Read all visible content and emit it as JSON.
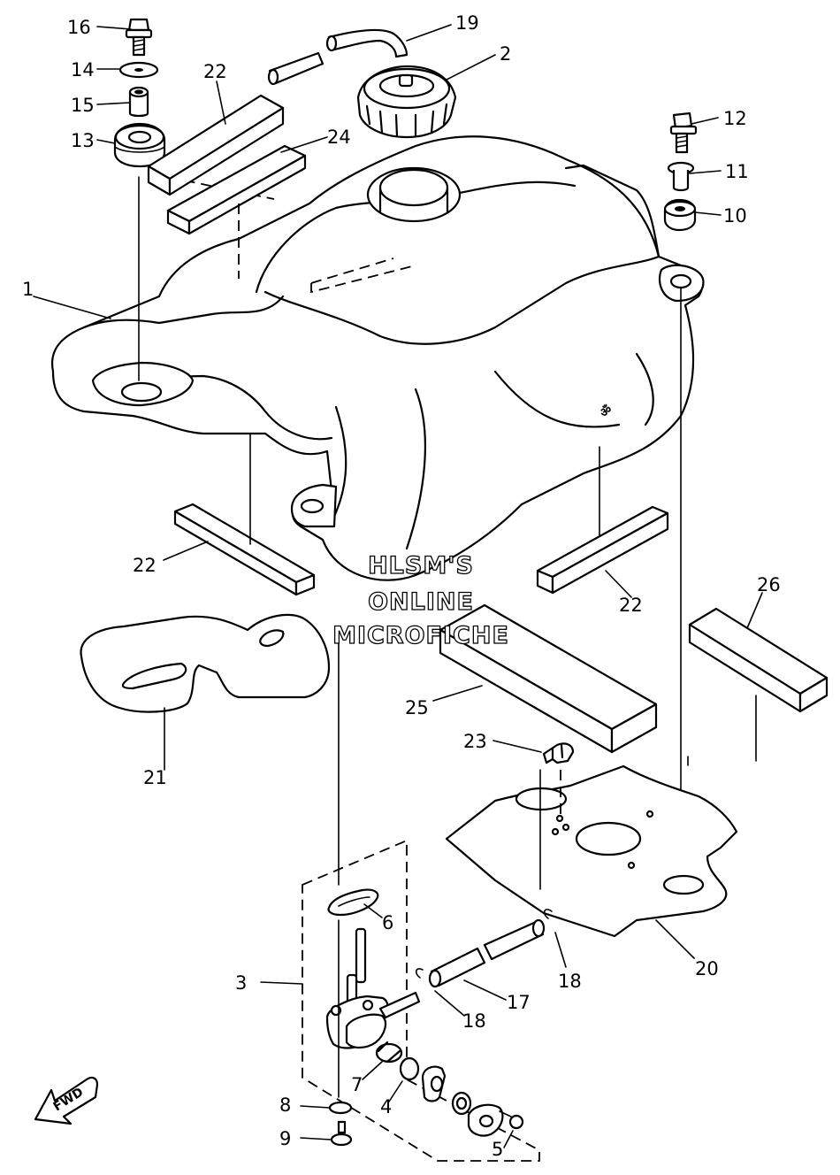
{
  "callouts": {
    "c1": "1",
    "c2": "2",
    "c3": "3",
    "c4": "4",
    "c5": "5",
    "c6": "6",
    "c7": "7",
    "c8": "8",
    "c9": "9",
    "c10": "10",
    "c11": "11",
    "c12": "12",
    "c13": "13",
    "c14": "14",
    "c15": "15",
    "c16": "16",
    "c17": "17",
    "c18a": "18",
    "c18b": "18",
    "c19": "19",
    "c20": "20",
    "c21": "21",
    "c22a": "22",
    "c22b": "22",
    "c22c": "22",
    "c23": "23",
    "c24": "24",
    "c25": "25",
    "c26": "26"
  },
  "watermark": {
    "line1": "HLSM'S",
    "line2": "ONLINE",
    "line3": "MICROFICHE"
  },
  "direction_badge": "FWD"
}
